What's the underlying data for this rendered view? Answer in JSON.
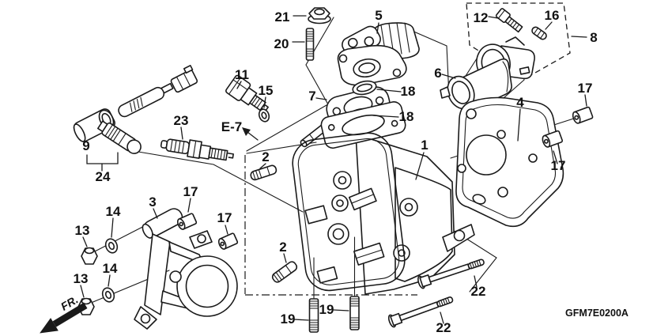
{
  "diagram_code": "GFM7E0200A",
  "front_marker": "FR.",
  "colors": {
    "line": "#1a1a1a",
    "background": "#ffffff"
  },
  "callouts": [
    {
      "label": "21"
    },
    {
      "label": "20"
    },
    {
      "label": "5"
    },
    {
      "label": "12"
    },
    {
      "label": "16"
    },
    {
      "label": "8"
    },
    {
      "label": "6"
    },
    {
      "label": "7"
    },
    {
      "label": "18"
    },
    {
      "label": "18"
    },
    {
      "label": "11"
    },
    {
      "label": "15"
    },
    {
      "label": "9"
    },
    {
      "label": "24"
    },
    {
      "label": "23"
    },
    {
      "label": "E-7"
    },
    {
      "label": "1"
    },
    {
      "label": "4"
    },
    {
      "label": "17"
    },
    {
      "label": "17"
    },
    {
      "label": "17"
    },
    {
      "label": "17"
    },
    {
      "label": "3"
    },
    {
      "label": "14"
    },
    {
      "label": "13"
    },
    {
      "label": "14"
    },
    {
      "label": "13"
    },
    {
      "label": "2"
    },
    {
      "label": "2"
    },
    {
      "label": "19"
    },
    {
      "label": "19"
    },
    {
      "label": "22"
    },
    {
      "label": "22"
    }
  ]
}
